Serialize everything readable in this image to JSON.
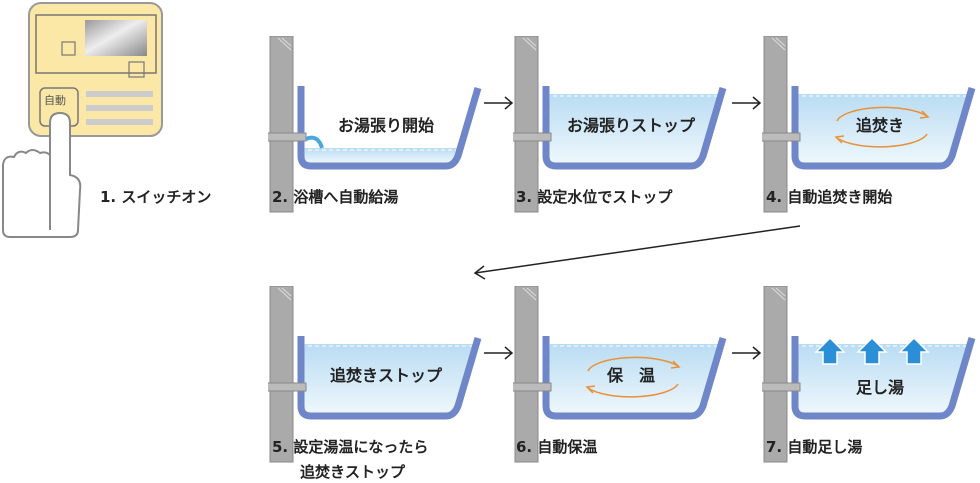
{
  "panel": {
    "button_label": "自動"
  },
  "steps": [
    {
      "label": "1. スイッチオン"
    },
    {
      "label": "2. 浴槽へ自動給湯",
      "tub_text": "お湯張り開始",
      "water": "low",
      "extra": "none"
    },
    {
      "label": "3. 設定水位でストップ",
      "tub_text": "お湯張りストップ",
      "water": "full",
      "extra": "none"
    },
    {
      "label": "4. 自動追焚き開始",
      "tub_text": "追焚き",
      "water": "full",
      "extra": "circle"
    },
    {
      "label": "5. 設定湯温になったら",
      "label2": "追焚きストップ",
      "tub_text": "追焚きストップ",
      "water": "full",
      "extra": "none"
    },
    {
      "label": "6. 自動保温",
      "tub_text": "保　温",
      "water": "full",
      "extra": "circle"
    },
    {
      "label": "7. 自動足し湯",
      "tub_text": "足し湯",
      "water": "full",
      "extra": "up-arrows"
    }
  ],
  "colors": {
    "tub": "#6f86c8",
    "water_top": "#b9dcf3",
    "water_bottom": "#eef7fc",
    "panel": "#fbe7a6",
    "arrow": "#e8913a",
    "up_arrow": "#2a8fd6"
  }
}
